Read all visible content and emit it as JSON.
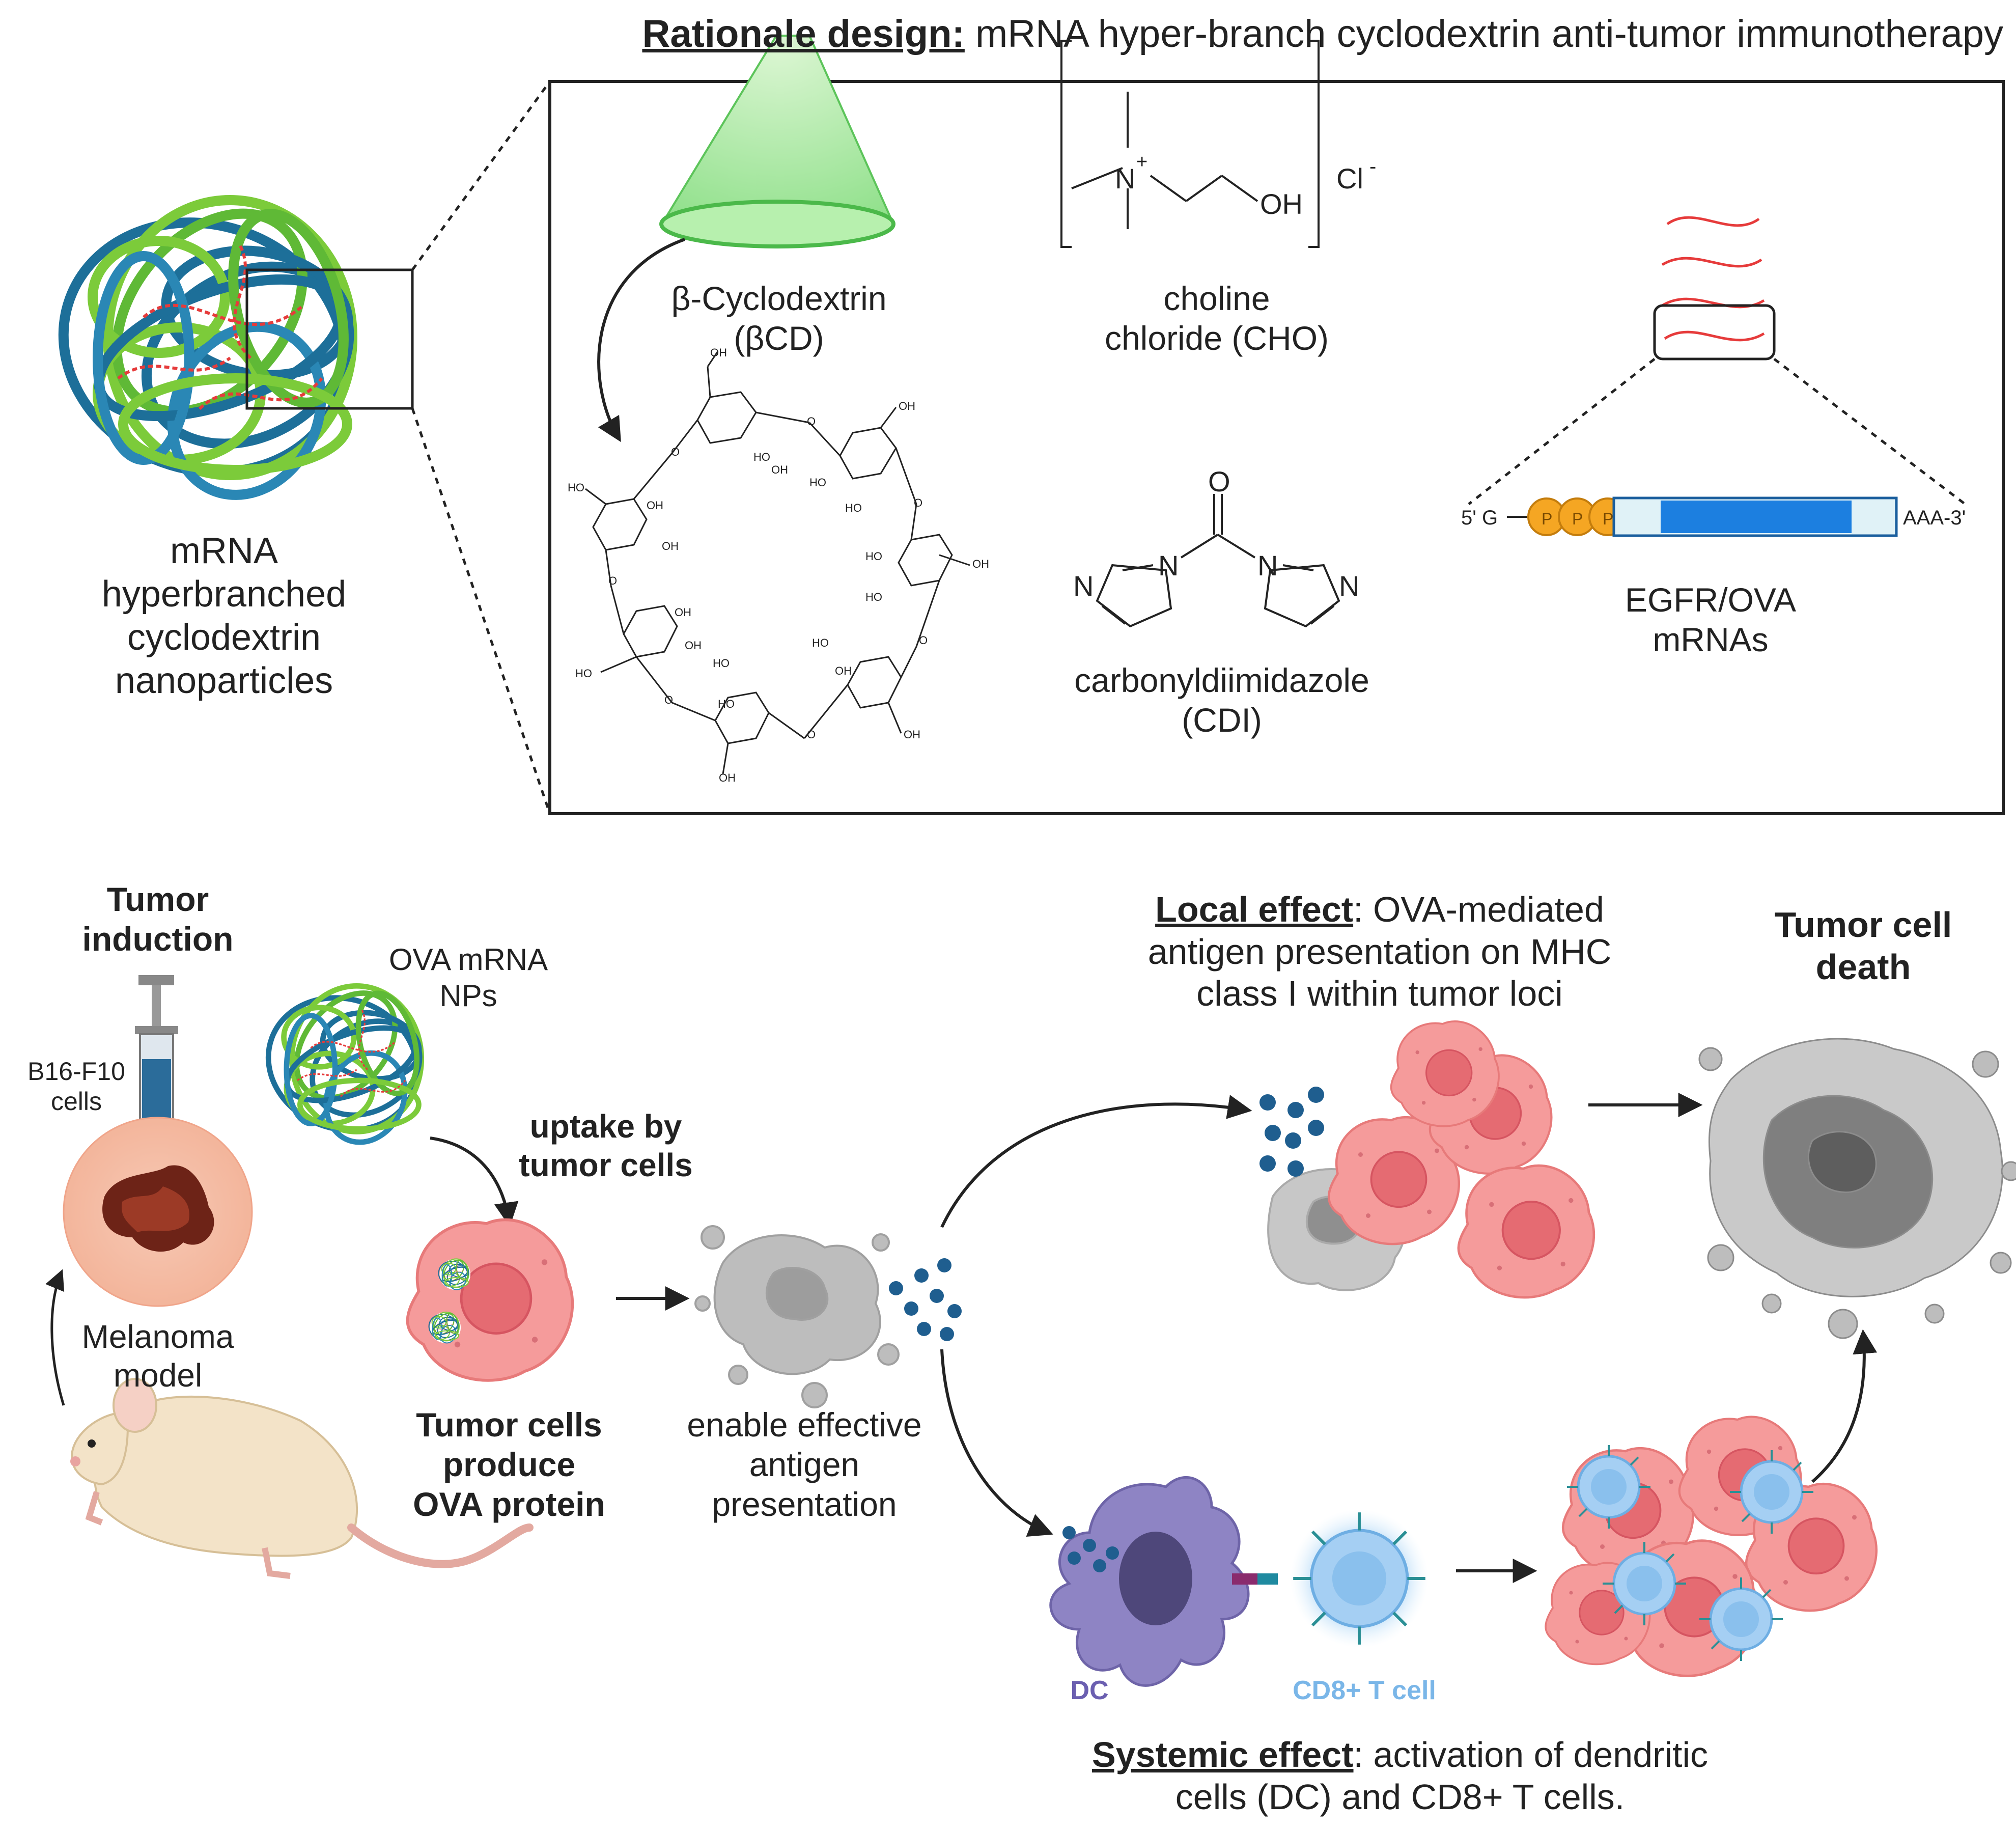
{
  "title": {
    "prefix": "Rationale design:",
    "text": " mRNA hyper-branch cyclodextrin anti-tumor immunotherapy"
  },
  "nanoparticle_label": [
    "mRNA",
    "hyperbranched",
    "cyclodextrin",
    "nanoparticles"
  ],
  "components": {
    "bcd": {
      "name": "β-Cyclodextrin",
      "abbr": "(βCD)"
    },
    "cho": {
      "name": "choline",
      "abbr": "chloride (CHO)"
    },
    "cdi": {
      "name": "carbonyldiimidazole",
      "abbr": "(CDI)"
    },
    "mrna": {
      "name": "EGFR/OVA",
      "abbr": "mRNAs",
      "five_prime": "5' G",
      "three_prime": "AAA-3'",
      "cap": [
        "P",
        "P",
        "P"
      ]
    }
  },
  "chem_labels": {
    "oh": "OH",
    "ho": "HO",
    "o": "O",
    "n": "N",
    "n_plus": "N",
    "plus": "+",
    "cl": "Cl",
    "minus": "-"
  },
  "workflow": {
    "tumor_induction": [
      "Tumor",
      "induction"
    ],
    "cells": [
      "B16-F10",
      "cells"
    ],
    "melanoma_model": [
      "Melanoma",
      "model"
    ],
    "ova_nps": [
      "OVA mRNA",
      "NPs"
    ],
    "uptake": [
      "uptake by",
      "tumor cells"
    ],
    "produce": [
      "Tumor cells",
      "produce",
      "OVA protein"
    ],
    "antigen_presentation": [
      "enable effective",
      "antigen",
      "presentation"
    ],
    "local_effect": {
      "prefix": "Local effect",
      "text": ": OVA-mediated",
      "rest": [
        "antigen presentation on MHC",
        "class I within tumor loci"
      ]
    },
    "cell_death": [
      "Tumor cell",
      "death"
    ],
    "dc_label": "DC",
    "tcell_label": "CD8+ T cell",
    "systemic_effect": {
      "prefix": "Systemic effect",
      "text": ": activation of dendritic",
      "rest": "cells (DC) and CD8+ T cells."
    }
  },
  "colors": {
    "np_blue": "#1d6f99",
    "np_green": "#7ccb3a",
    "mrna_red": "#e63b3b",
    "tumor_pink": "#f28b8b",
    "dc_purple": "#8e84c4",
    "tcell_blue": "#9cc9f0",
    "debris_grey": "#9a9a9a",
    "cap_orange": "#f5a623",
    "coding_blue": "#1c7fe0"
  }
}
